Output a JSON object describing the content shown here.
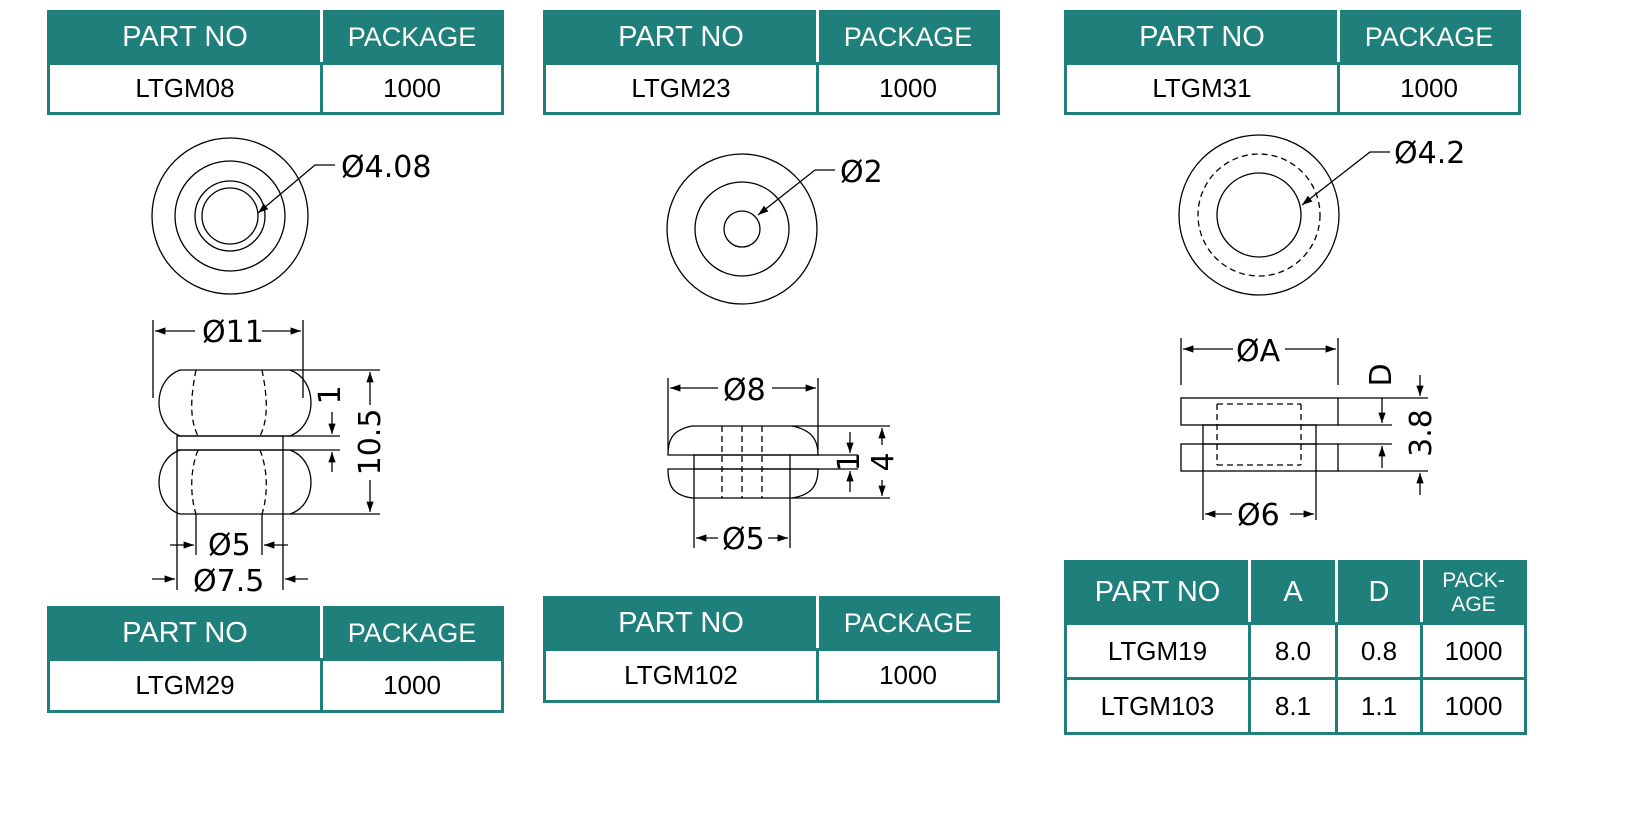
{
  "colors": {
    "header_bg": "#1f7f7a",
    "header_text": "#ffffff",
    "line": "#000000"
  },
  "tables": [
    {
      "headers": [
        "PART NO",
        "PACKAGE"
      ],
      "rows": [
        [
          "LTGM08",
          "1000"
        ]
      ]
    },
    {
      "headers": [
        "PART NO",
        "PACKAGE"
      ],
      "rows": [
        [
          "LTGM23",
          "1000"
        ]
      ]
    },
    {
      "headers": [
        "PART NO",
        "PACKAGE"
      ],
      "rows": [
        [
          "LTGM31",
          "1000"
        ]
      ]
    },
    {
      "headers": [
        "PART NO",
        "PACKAGE"
      ],
      "rows": [
        [
          "LTGM29",
          "1000"
        ]
      ]
    },
    {
      "headers": [
        "PART NO",
        "PACKAGE"
      ],
      "rows": [
        [
          "LTGM102",
          "1000"
        ]
      ]
    },
    {
      "headers": [
        "PART NO",
        "A",
        "D",
        "PACK-",
        "AGE"
      ],
      "rows": [
        [
          "LTGM19",
          "8.0",
          "0.8",
          "1000"
        ],
        [
          "LTGM103",
          "8.1",
          "1.1",
          "1000"
        ]
      ]
    }
  ],
  "dims": {
    "ltgm08_hole": "Ø4.08",
    "ltgm29_od": "Ø11",
    "ltgm29_groove": "1",
    "ltgm29_height": "10.5",
    "ltgm29_inner": "Ø5",
    "ltgm29_mid": "Ø7.5",
    "ltgm23_hole": "Ø2",
    "ltgm102_od": "Ø8",
    "ltgm102_groove": "1",
    "ltgm102_height": "4",
    "ltgm102_inner": "Ø5",
    "ltgm31_hole": "Ø4.2",
    "ltgm19_od": "ØA",
    "ltgm19_d": "D",
    "ltgm19_height": "3.8",
    "ltgm19_inner": "Ø6"
  }
}
